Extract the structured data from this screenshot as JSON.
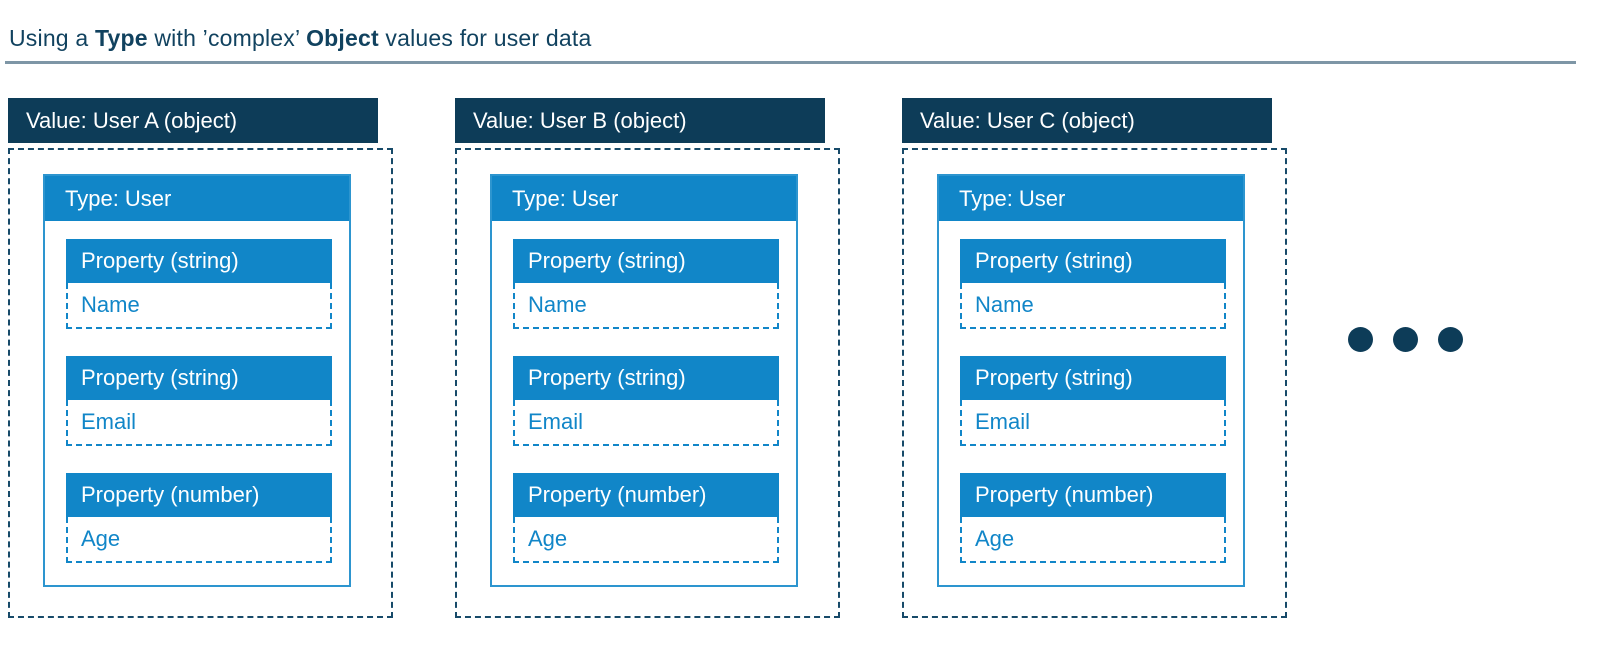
{
  "title": {
    "pre": "Using a ",
    "bold1": "Type",
    "mid": " with ’complex’ ",
    "bold2": "Object",
    "post": " values for user data"
  },
  "colors": {
    "navy": "#0d3c58",
    "blue": "#1186c8",
    "rule_gray_blue": "#7e96a6",
    "header_text": "#ffffff",
    "background": "#ffffff"
  },
  "cards": [
    {
      "header": "Value: User A (object)",
      "type_header": "Type: User",
      "properties": [
        {
          "label": "Property (string)",
          "value": "Name"
        },
        {
          "label": "Property (string)",
          "value": "Email"
        },
        {
          "label": "Property (number)",
          "value": "Age"
        }
      ]
    },
    {
      "header": "Value: User B (object)",
      "type_header": "Type: User",
      "properties": [
        {
          "label": "Property (string)",
          "value": "Name"
        },
        {
          "label": "Property (string)",
          "value": "Email"
        },
        {
          "label": "Property (number)",
          "value": "Age"
        }
      ]
    },
    {
      "header": "Value: User C (object)",
      "type_header": "Type: User",
      "properties": [
        {
          "label": "Property (string)",
          "value": "Name"
        },
        {
          "label": "Property (string)",
          "value": "Email"
        },
        {
          "label": "Property (number)",
          "value": "Age"
        }
      ]
    }
  ],
  "ellipsis": {
    "dots": 3
  }
}
